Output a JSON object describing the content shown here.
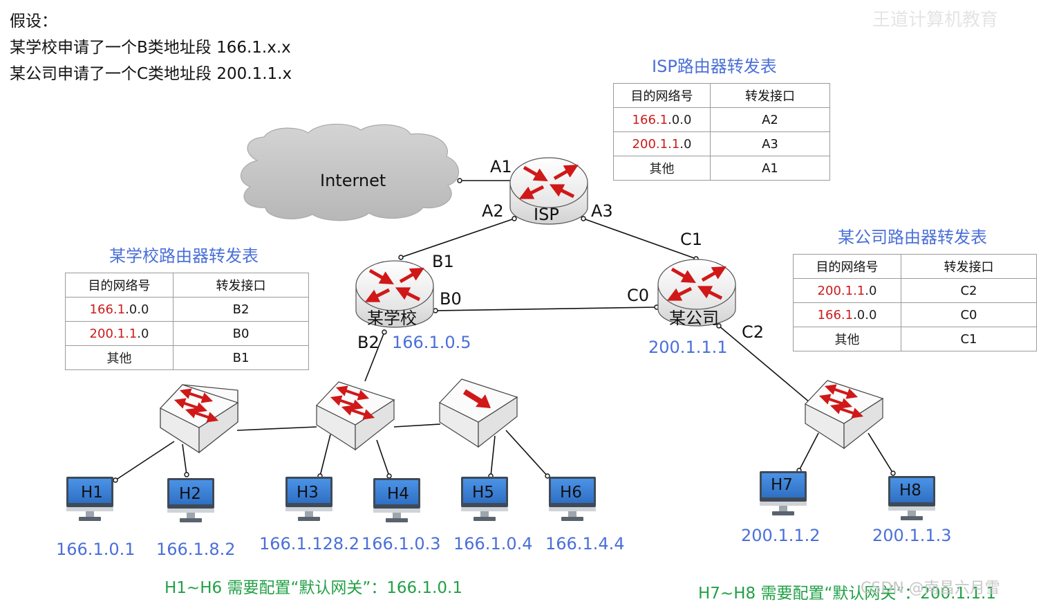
{
  "intro": {
    "line1": "假设：",
    "line2": "某学校申请了一个B类地址段 166.1.x.x",
    "line3": "某公司申请了一个C类地址段 200.1.1.x"
  },
  "watermark_top": "王道计算机教育",
  "cloud_label": "Internet",
  "routers": {
    "isp": "ISP",
    "school": "某学校",
    "company": "某公司"
  },
  "ports": {
    "A1": "A1",
    "A2": "A2",
    "A3": "A3",
    "B0": "B0",
    "B1": "B1",
    "B2": "B2",
    "C0": "C0",
    "C1": "C1",
    "C2": "C2"
  },
  "router_ips": {
    "school": "166.1.0.5",
    "company": "200.1.1.1"
  },
  "isp_table": {
    "title": "ISP路由器转发表",
    "headers": [
      "目的网络号",
      "转发接口"
    ],
    "rows": [
      {
        "prefix": "166.1",
        "suffix": ".0.0",
        "iface": "A2"
      },
      {
        "prefix": "200.1.1",
        "suffix": ".0",
        "iface": "A3"
      },
      {
        "prefix": "",
        "suffix": "其他",
        "iface": "A1"
      }
    ]
  },
  "school_table": {
    "title": "某学校路由器转发表",
    "headers": [
      "目的网络号",
      "转发接口"
    ],
    "rows": [
      {
        "prefix": "166.1",
        "suffix": ".0.0",
        "iface": "B2"
      },
      {
        "prefix": "200.1.1",
        "suffix": ".0",
        "iface": "B0"
      },
      {
        "prefix": "",
        "suffix": "其他",
        "iface": "B1"
      }
    ]
  },
  "company_table": {
    "title": "某公司路由器转发表",
    "headers": [
      "目的网络号",
      "转发接口"
    ],
    "rows": [
      {
        "prefix": "200.1.1",
        "suffix": ".0",
        "iface": "C2"
      },
      {
        "prefix": "166.1",
        "suffix": ".0.0",
        "iface": "C0"
      },
      {
        "prefix": "",
        "suffix": "其他",
        "iface": "C1"
      }
    ]
  },
  "hosts": [
    {
      "name": "H1",
      "ip": "166.1.0.1"
    },
    {
      "name": "H2",
      "ip": "166.1.8.2"
    },
    {
      "name": "H3",
      "ip": "166.1.128.2"
    },
    {
      "name": "H4",
      "ip": "166.1.0.3"
    },
    {
      "name": "H5",
      "ip": "166.1.0.4"
    },
    {
      "name": "H6",
      "ip": "166.1.4.4"
    },
    {
      "name": "H7",
      "ip": "200.1.1.2"
    },
    {
      "name": "H8",
      "ip": "200.1.1.3"
    }
  ],
  "gateway_notes": {
    "school": "H1~H6 需要配置“默认网关”：166.1.0.1",
    "company": "H7~H8 需要配置“默认网关”：200.1.1.1"
  },
  "watermark_bottom": "CSDN @南昌六月雪",
  "colors": {
    "title_blue": "#4a6fd8",
    "prefix_red": "#cc1a1a",
    "note_green": "#21a046",
    "arrow_red": "#d01818",
    "monitor_blue": "#3d83d6"
  }
}
